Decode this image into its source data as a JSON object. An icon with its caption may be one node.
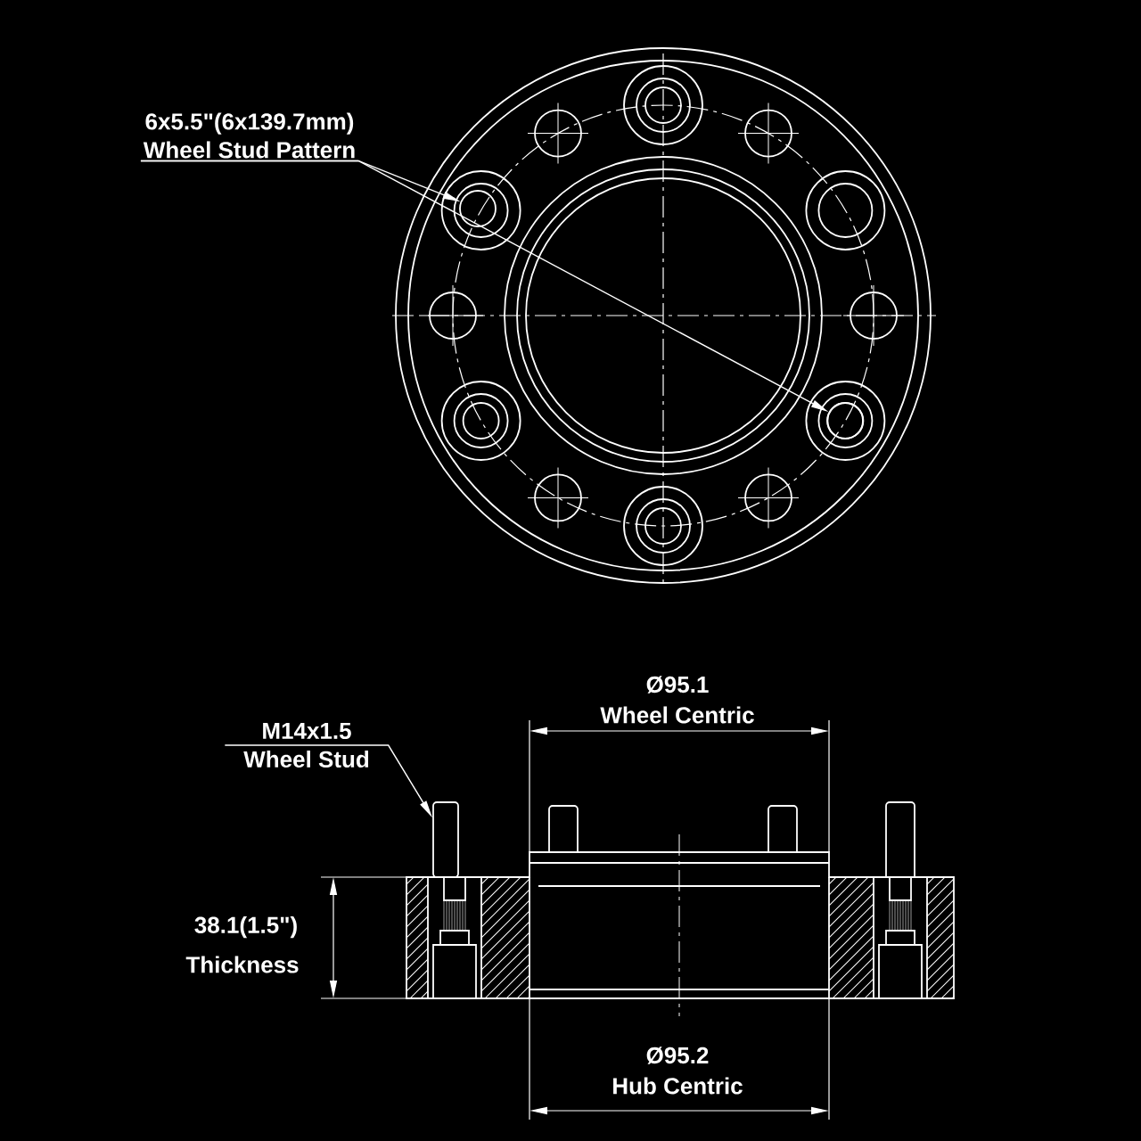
{
  "diagram": {
    "nodes": [
      {
        "text": [
          "6x5.5\"(6x139.7mm)",
          "Wheel Stud Pattern"
        ]
      },
      {
        "text": [],
        "shape": "circle"
      },
      {
        "text": [],
        "shape": "circle"
      },
      {
        "text": [
          "M14x1.5",
          "Wheel Stud"
        ]
      },
      {
        "text": [],
        "shape": "bar"
      }
    ],
    "edges": [
      {
        "from": 0,
        "to": 1,
        "arrow": "to"
      },
      {
        "from": 0,
        "to": 2,
        "arrow": "to"
      },
      {
        "from": 3,
        "to": 4,
        "arrow": "to"
      }
    ],
    "labels": [
      "Ø95.1",
      "Wheel Centric",
      "38.1(1.5\")",
      "Thickness",
      "Ø95.2",
      "Hub Centric"
    ]
  }
}
